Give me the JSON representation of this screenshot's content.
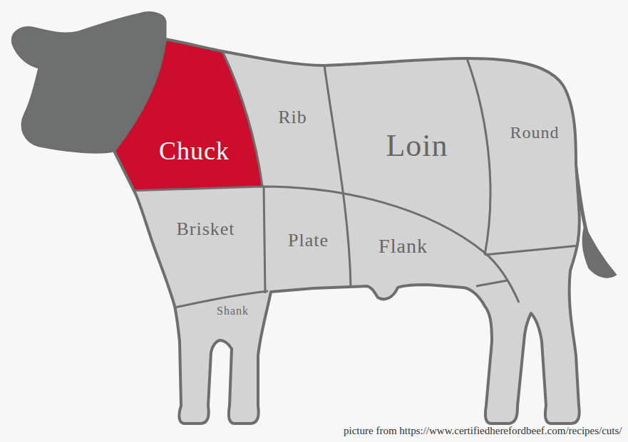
{
  "diagram": {
    "nodes": [
      {
        "text": [
          "Chuck"
        ]
      },
      {
        "text": [
          "Rib"
        ]
      },
      {
        "text": [
          "Loin"
        ]
      },
      {
        "text": [
          "Round"
        ]
      },
      {
        "text": [
          "Brisket"
        ]
      },
      {
        "text": [
          "Plate"
        ]
      },
      {
        "text": [
          "Flank"
        ]
      },
      {
        "text": [
          "Shank"
        ]
      }
    ],
    "labels": [
      "picture from https://www.certifiedherefordbeef.com/recipes/cuts/"
    ]
  }
}
